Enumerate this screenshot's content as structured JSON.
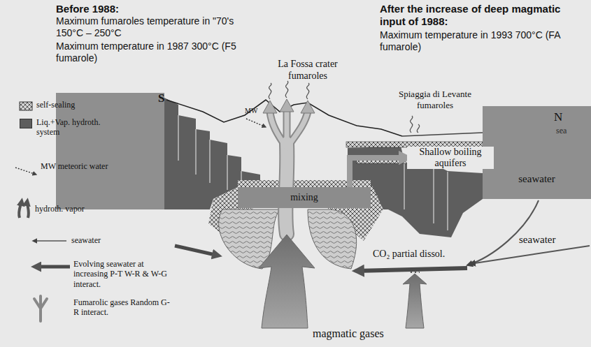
{
  "diagram": {
    "nodes": [
      {
        "text": [
          "seawater"
        ]
      },
      {
        "text": [
          "mixing"
        ]
      },
      {
        "text": [
          "Shallow boiling aquifers"
        ]
      }
    ],
    "edges": [
      {
        "from": 1,
        "to": 2,
        "arrow": "to"
      }
    ],
    "labels": [
      "Before 1988:",
      "Maximum fumaroles temperature in \"70's 150°C – 250°C",
      "Maximum temperature in 1987 300°C (F5 fumarole)",
      "After the increase of deep magmatic input of 1988:",
      "Maximum temperature in 1993 700°C (FA fumarole)",
      "La Fossa crater fumaroles",
      "S",
      "Spiaggia di Levante fumaroles",
      "N",
      "sea",
      "MW",
      "CO₂ partial dissol.",
      "seawater",
      "magmatic gases"
    ],
    "legend": [
      {
        "text": "self-sealing"
      },
      {
        "text": "Liq.+Vap. hydroth. system",
        "color": "#5e5e5e"
      },
      {
        "text": "MW meteoric water"
      },
      {
        "text": "hydroth. vapor"
      },
      {
        "text": "seawater"
      },
      {
        "text": "Evolving seawater at increasing P-T W-R & W-G interact."
      },
      {
        "text": "Fumarolic gases Random G-R interact."
      }
    ]
  }
}
